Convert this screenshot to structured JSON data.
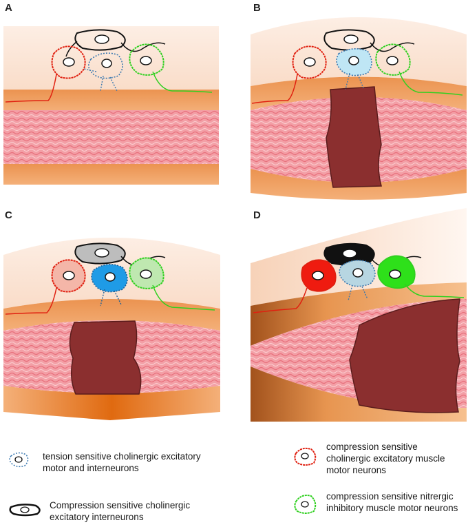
{
  "panels": [
    {
      "letter": "A"
    },
    {
      "letter": "B"
    },
    {
      "letter": "C"
    },
    {
      "letter": "D"
    }
  ],
  "legend": {
    "tension": "tension sensitive cholinergic excitatory motor and interneurons",
    "compression_inter": "Compression sensitive cholinergic excitatory interneurons",
    "excitatory_motor": "compression sensitive cholinergic  excitatory muscle motor neurons",
    "inhibitory_motor": "compression sensitive nitrergic inhibitory muscle motor neurons"
  },
  "colors": {
    "skin": "#fbe3d2",
    "orange_band": "#f0a060",
    "muscle": "#f2a2a8",
    "bolus": "#8b2f2f",
    "red_neuron": "#e02010",
    "green_neuron": "#30d020",
    "blue_neuron": "#3a8fd0",
    "black_neuron": "#111111"
  }
}
